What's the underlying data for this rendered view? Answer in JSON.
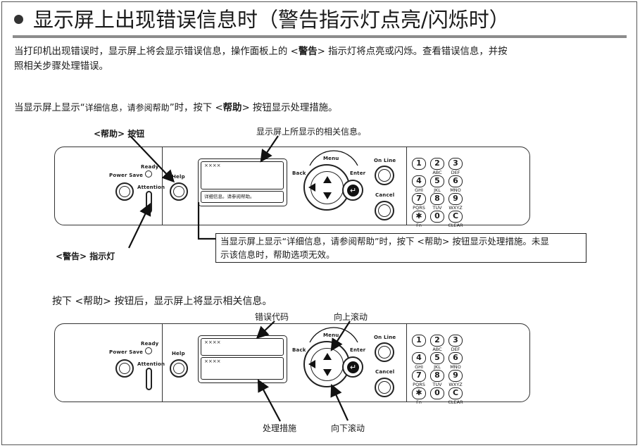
{
  "title": "显示屏上出现错误信息时（警告指示灯点亮/闪烁时）",
  "intro": {
    "line1_a": "当打印机出现错误时，显示屏上将会显示错误信息，操作面板上的 <",
    "line1_bold": "警告",
    "line1_b": "> 指示灯将点亮或闪烁。查看错误信息，并按",
    "line2": "照相关步骤处理错误。"
  },
  "step1": {
    "a": "当显示屏上显示“",
    "b": "详细信息，请参阅帮助",
    "c": "”时，按下 <",
    "bold": "帮助",
    "d": "> 按钮显示处理措施。"
  },
  "diagram1": {
    "help_button_label": "<帮助> 按钮",
    "display_label": "显示屏上所显示的相关信息。",
    "attention_label": "<警告> 指示灯",
    "lcd_line1": "××××",
    "lcd_line2": "详细信息。请参阅帮助。",
    "callout_line1": "当显示屏上显示“详细信息，请参阅帮助”时，按下 <帮助> 按钮显示处理措施。未显",
    "callout_line2": "示该信息时，帮助选项无效。"
  },
  "step2": "按下 <帮助> 按钮后，显示屏上将显示相关信息。",
  "diagram2": {
    "error_code_label": "错误代码",
    "scroll_up_label": "向上滚动",
    "action_label": "处理措施",
    "scroll_down_label": "向下滚动",
    "lcd_line1": "××××",
    "lcd_line2": "××××"
  },
  "panel": {
    "power_save": "Power Save",
    "ready": "Ready",
    "attention": "Attention",
    "help": "Help",
    "menu": "Menu",
    "back": "Back",
    "enter": "Enter",
    "online": "On Line",
    "cancel": "Cancel",
    "keys": [
      {
        "k": "1",
        "sub": ""
      },
      {
        "k": "2",
        "sub": "ABC"
      },
      {
        "k": "3",
        "sub": "DEF"
      },
      {
        "k": "4",
        "sub": "GHI"
      },
      {
        "k": "5",
        "sub": "JKL"
      },
      {
        "k": "6",
        "sub": "MNO"
      },
      {
        "k": "7",
        "sub": "PQRS"
      },
      {
        "k": "8",
        "sub": "TUV"
      },
      {
        "k": "9",
        "sub": "WXYZ"
      },
      {
        "k": "✱",
        "sub": "Fn"
      },
      {
        "k": "0",
        "sub": ""
      },
      {
        "k": "C",
        "sub": "CLEAR"
      }
    ]
  }
}
